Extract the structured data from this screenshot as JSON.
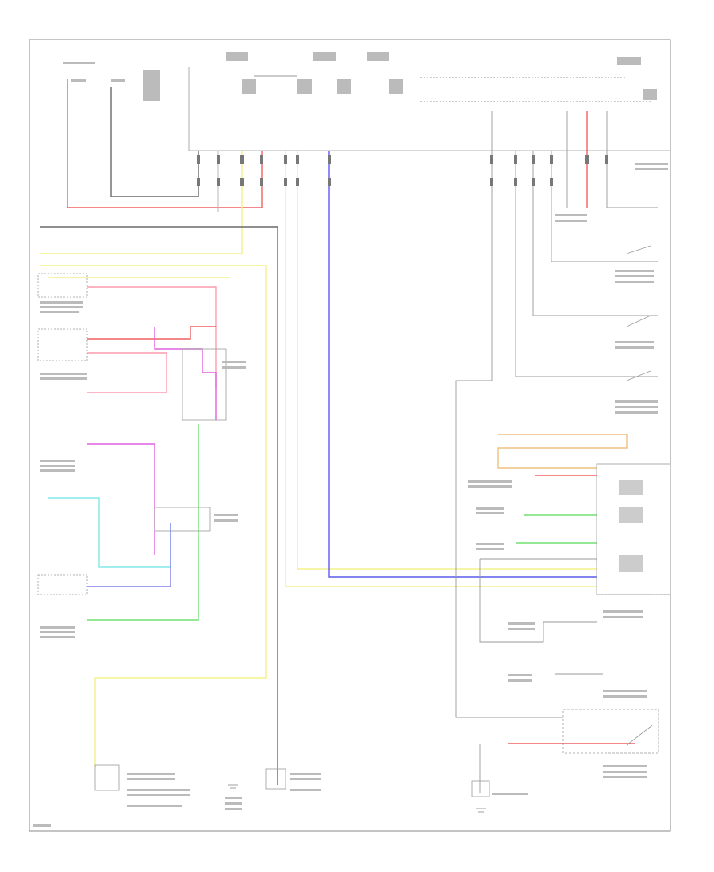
{
  "footer_code": "",
  "colors": {
    "frame": "#888888",
    "wire_black": "#6a6a6a",
    "wire_red": "#f06060",
    "wire_yellow": "#f4f08a",
    "wire_blue": "#5a5aee",
    "wire_pink": "#ff9bb0",
    "wire_magenta": "#e060e0",
    "wire_cyan": "#80e8e8",
    "wire_green": "#70e070",
    "wire_violet": "#8080f0",
    "wire_orange": "#f0c080",
    "wire_gray": "#b0b0b0"
  },
  "components": [
    {
      "id": "hot-at-all-times"
    },
    {
      "id": "transmission-sensor"
    },
    {
      "id": "engine-control-module"
    },
    {
      "id": "tire-pressure-sensor"
    },
    {
      "id": "parking-brake-switch"
    },
    {
      "id": "instrument-cluster"
    },
    {
      "id": "combination-switch"
    },
    {
      "id": "ground-point"
    }
  ]
}
